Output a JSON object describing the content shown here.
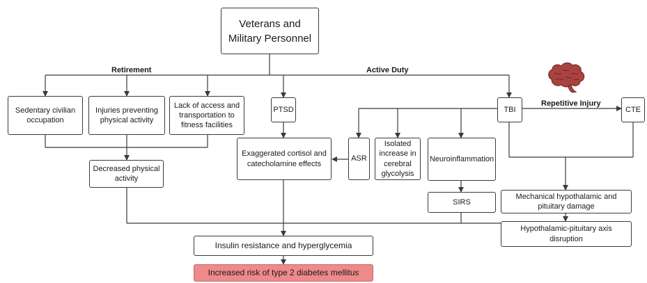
{
  "nodes": {
    "root": "Veterans and Military Personnel",
    "sedentary": "Sedentary civilian occupation",
    "injuries": "Injuries preventing physical activity",
    "lack_access": "Lack of access and transportation to fitness facilities",
    "ptsd": "PTSD",
    "tbi": "TBI",
    "cte": "CTE",
    "decreased_activity": "Decreased physical activity",
    "cortisol": "Exaggerated cortisol and catecholamine effects",
    "asr": "ASR",
    "glycolysis": "Isolated increase in cerebral glycolysis",
    "neuroinflammation": "Neuroinflammation",
    "sirs": "SIRS",
    "mechanical": "Mechanical hypothalamic and pituitary damage",
    "hpa": "Hypothalamic-pituitary axis disruption",
    "insulin": "Insulin resistance and hyperglycemia",
    "risk": "Increased risk of type 2 diabetes mellitus"
  },
  "edge_labels": {
    "retirement": "Retirement",
    "active_duty": "Active Duty",
    "repetitive_injury": "Repetitive Injury"
  },
  "icons": {
    "brain": "brain-icon"
  },
  "colors": {
    "risk_fill": "#ee8a8a",
    "brain": "#a8433f",
    "line": "#3a3a3a"
  }
}
